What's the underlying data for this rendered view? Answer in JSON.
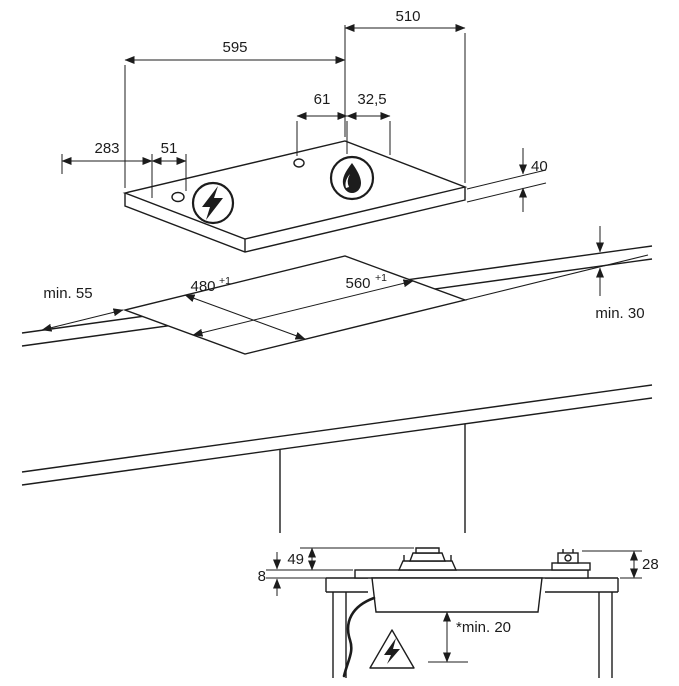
{
  "colors": {
    "line": "#1c1c1c",
    "background": "#ffffff"
  },
  "top_view": {
    "width": "595",
    "depth": "510",
    "burner_offset_left": "61",
    "burner_offset_right": "32,5",
    "edge_offset": "283",
    "knob_offset": "51",
    "hob_height": "40"
  },
  "cutout_view": {
    "cutout_depth": "480",
    "cutout_depth_tolerance": "+1",
    "cutout_width": "560",
    "cutout_width_tolerance": "+1",
    "front_clearance": "min. 55",
    "rear_clearance": "min. 30"
  },
  "section_view": {
    "burner_height": "49",
    "glass_thickness": "8",
    "rear_fitting_height": "28",
    "under_clearance": "*min. 20"
  }
}
